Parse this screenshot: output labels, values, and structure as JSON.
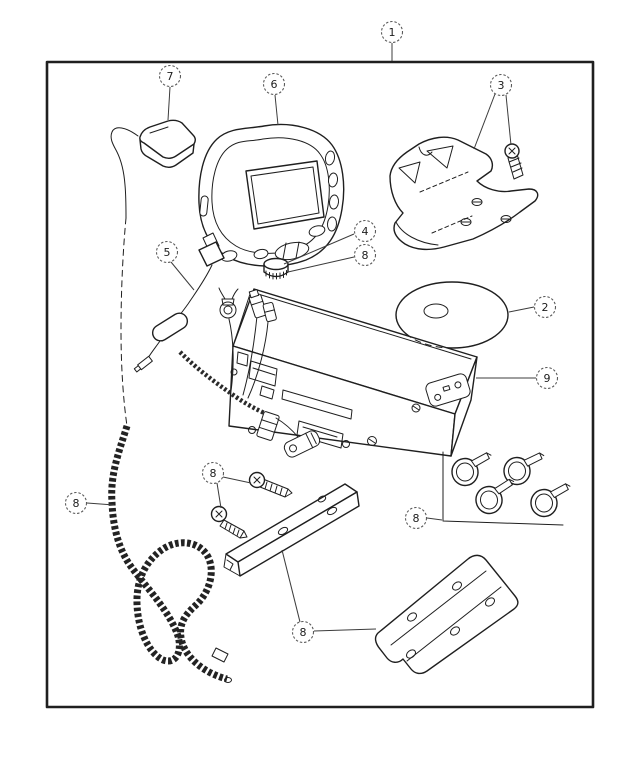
{
  "figure": {
    "type": "exploded-parts-diagram",
    "background_color": "#ffffff",
    "line_color": "#1f1f1f",
    "callout_ring_color": "#5a5a5a",
    "leader_line_color": "#3c3c3c"
  },
  "callouts": [
    {
      "label": "1",
      "part": "navigation-kit-boundary"
    },
    {
      "label": "7",
      "part": "gps-antenna"
    },
    {
      "label": "6",
      "part": "display-unit"
    },
    {
      "label": "3",
      "part": "display-bracket-and-screw"
    },
    {
      "label": "4",
      "part": "control-knob"
    },
    {
      "label": "8",
      "part": "knob-hardware"
    },
    {
      "label": "5",
      "part": "display-cable"
    },
    {
      "label": "2",
      "part": "map-disc"
    },
    {
      "label": "9",
      "part": "receiver-unit"
    },
    {
      "label": "8",
      "part": "mounting-screws"
    },
    {
      "label": "8",
      "part": "wiring-loom"
    },
    {
      "label": "8",
      "part": "cable-clamps"
    },
    {
      "label": "8",
      "part": "mounting-brackets"
    }
  ]
}
